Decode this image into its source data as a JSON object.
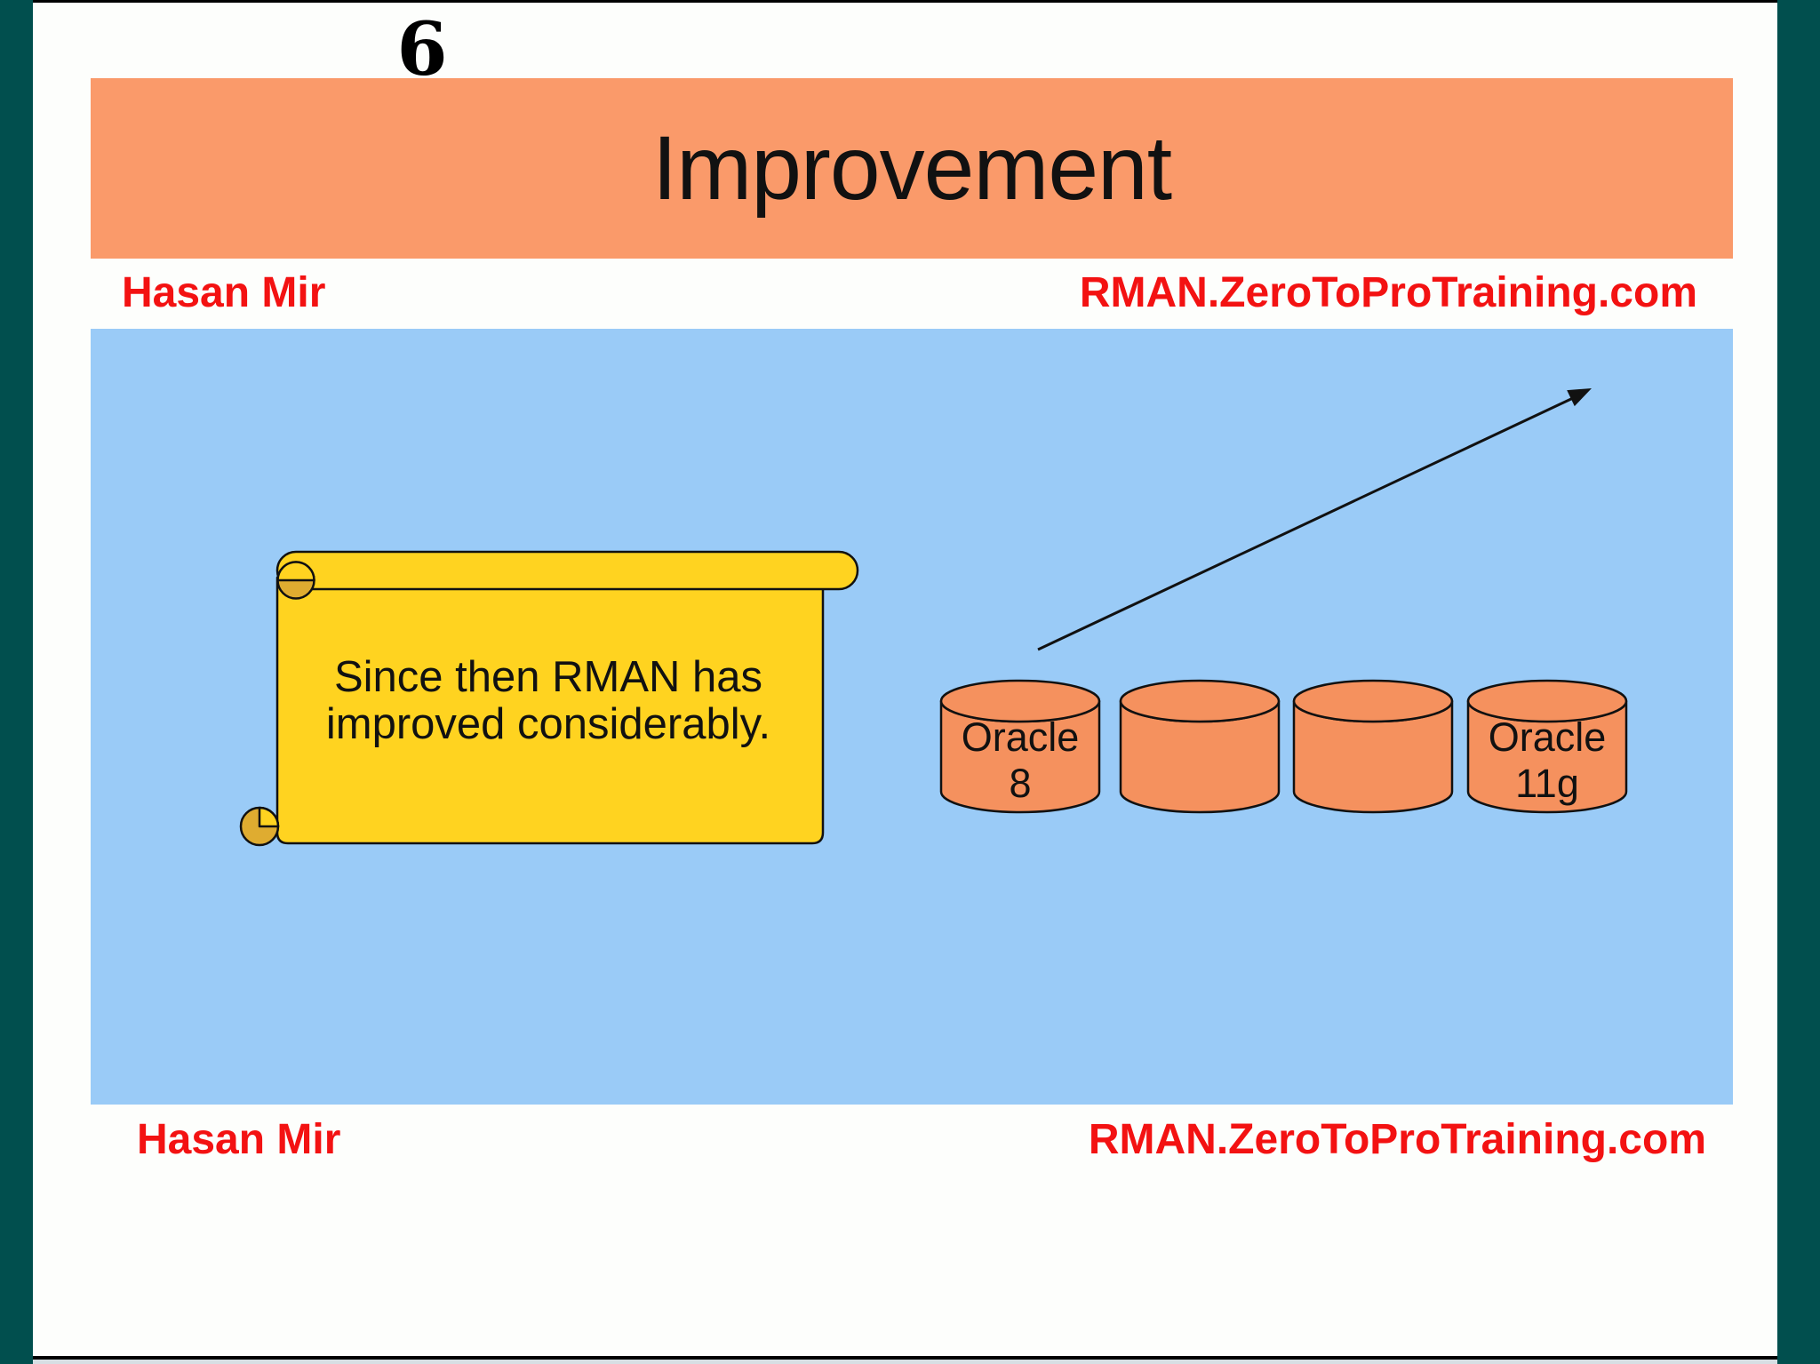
{
  "page": {
    "number": "6"
  },
  "header": {
    "title": "Improvement"
  },
  "byline": {
    "author": "Hasan Mir",
    "site": "RMAN.ZeroToProTraining.com"
  },
  "footer": {
    "author": "Hasan Mir",
    "site": "RMAN.ZeroToProTraining.com"
  },
  "diagram": {
    "note": {
      "line1": "Since then RMAN has",
      "line2": "improved considerably."
    },
    "cylinders": [
      {
        "line1": "Oracle",
        "line2": "8"
      },
      {
        "line1": "",
        "line2": ""
      },
      {
        "line1": "",
        "line2": ""
      },
      {
        "line1": "Oracle",
        "line2": "11g"
      }
    ]
  },
  "colors": {
    "border_teal": "#014F4E",
    "header_orange": "#FA9A6A",
    "content_blue": "#9ACBF7",
    "scroll_yellow": "#FFD320",
    "scroll_curl_gold": "#DFAC30",
    "cylinder_orange": "#F5915E",
    "accent_red": "#F31212",
    "text_black": "#111111"
  }
}
